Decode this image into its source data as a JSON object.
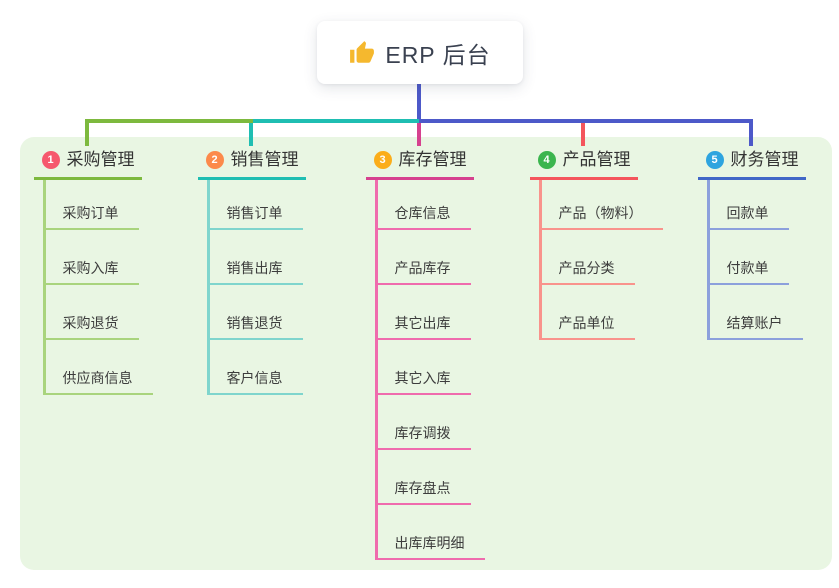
{
  "root": {
    "label": "ERP 后台",
    "icon": "thumbs-up"
  },
  "branches": [
    {
      "num": "1",
      "label": "采购管理",
      "badge_color": "#F6586D",
      "main_color": "#7DB93E",
      "light_color": "#A9D47D",
      "children": [
        "采购订单",
        "采购入库",
        "采购退货",
        "供应商信息"
      ]
    },
    {
      "num": "2",
      "label": "销售管理",
      "badge_color": "#FC8A4B",
      "main_color": "#1FBEB2",
      "light_color": "#7FD5CD",
      "children": [
        "销售订单",
        "销售出库",
        "销售退货",
        "客户信息"
      ]
    },
    {
      "num": "3",
      "label": "库存管理",
      "badge_color": "#FBAD1A",
      "main_color": "#D6418F",
      "light_color": "#EF6BAD",
      "children": [
        "仓库信息",
        "产品库存",
        "其它出库",
        "其它入库",
        "库存调拨",
        "库存盘点",
        "出库库明细"
      ]
    },
    {
      "num": "4",
      "label": "产品管理",
      "badge_color": "#3BB54E",
      "main_color": "#F4555C",
      "light_color": "#F9938C",
      "children": [
        "产品（物料）",
        "产品分类",
        "产品单位"
      ]
    },
    {
      "num": "5",
      "label": "财务管理",
      "badge_color": "#2EA4DF",
      "main_color": "#4167C7",
      "light_color": "#8CA0DC",
      "children": [
        "回款单",
        "付款单",
        "结算账户"
      ]
    }
  ],
  "colors": {
    "canvas_bg": "#FFFFFF",
    "panel_bg": "#E9F6E3",
    "trunk": "#4D59C9",
    "text": "#3D3D3D",
    "icon_yellow": "#F5B82E"
  }
}
